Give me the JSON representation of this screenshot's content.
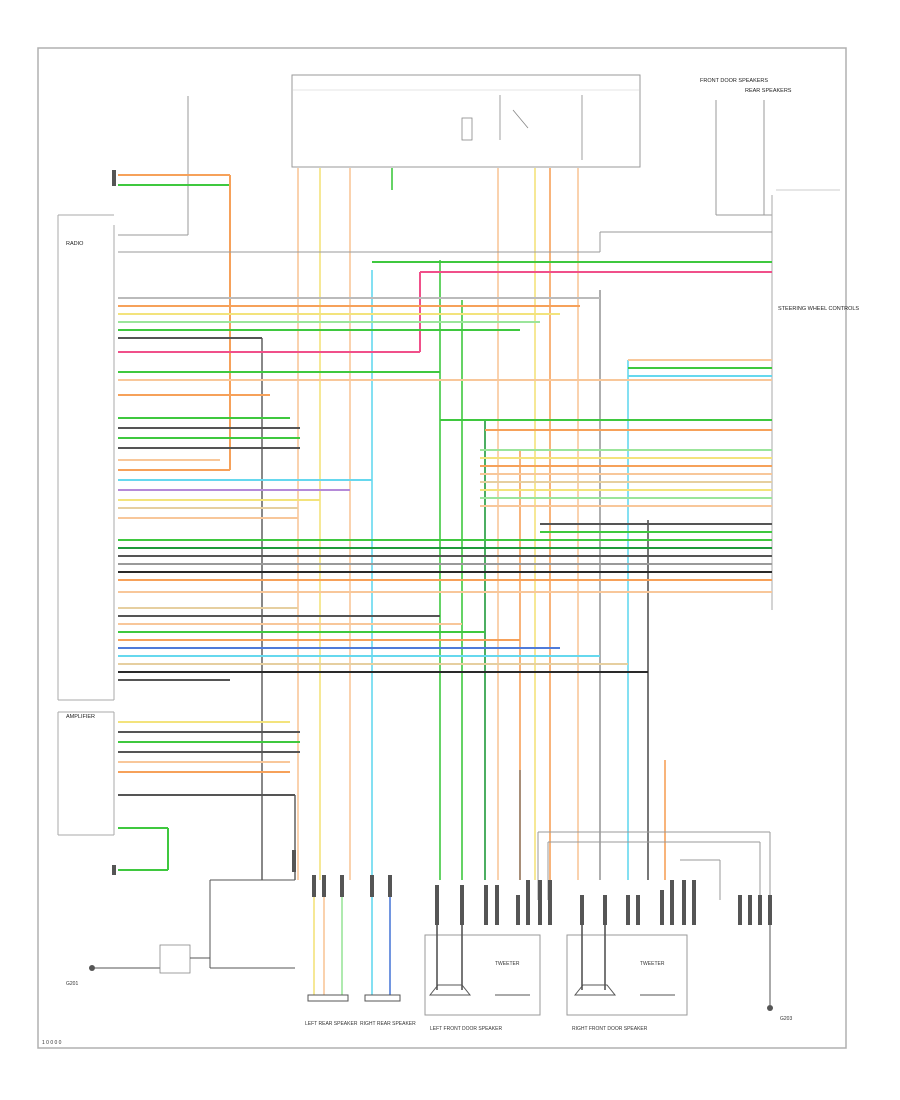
{
  "colors": {
    "orange": "#f6a15a",
    "light_orange": "#f8c79a",
    "green": "#3fc83f",
    "light_green": "#9be59b",
    "dark_green": "#1f9a3a",
    "pink": "#f0508a",
    "red": "#e8283c",
    "blue": "#4f7bd9",
    "light_blue": "#66d8ee",
    "gray": "#9a9a9a",
    "dark_gray": "#555555",
    "black": "#2a2a2a",
    "tan": "#e6cfa0",
    "yellow": "#f3e37c",
    "violet": "#b58ad8",
    "frame": "#b0b0b0"
  },
  "components": {
    "amplifier": "AMPLIFIER",
    "radio": "RADIO",
    "steering_controls": "STEERING WHEEL CONTROLS",
    "front_door_speakers": "FRONT DOOR SPEAKERS",
    "rear_speakers": "REAR SPEAKERS",
    "left_front_speaker": "LEFT FRONT DOOR SPEAKER",
    "right_front_speaker": "RIGHT FRONT DOOR SPEAKER",
    "left_rear_speaker": "LEFT REAR SPEAKER",
    "right_rear_speaker": "RIGHT REAR SPEAKER",
    "left_tweeter": "TWEETER",
    "right_tweeter": "TWEETER",
    "ground_left": "G201",
    "ground_right": "G203",
    "footer_code": "1 0 0 0 0"
  }
}
